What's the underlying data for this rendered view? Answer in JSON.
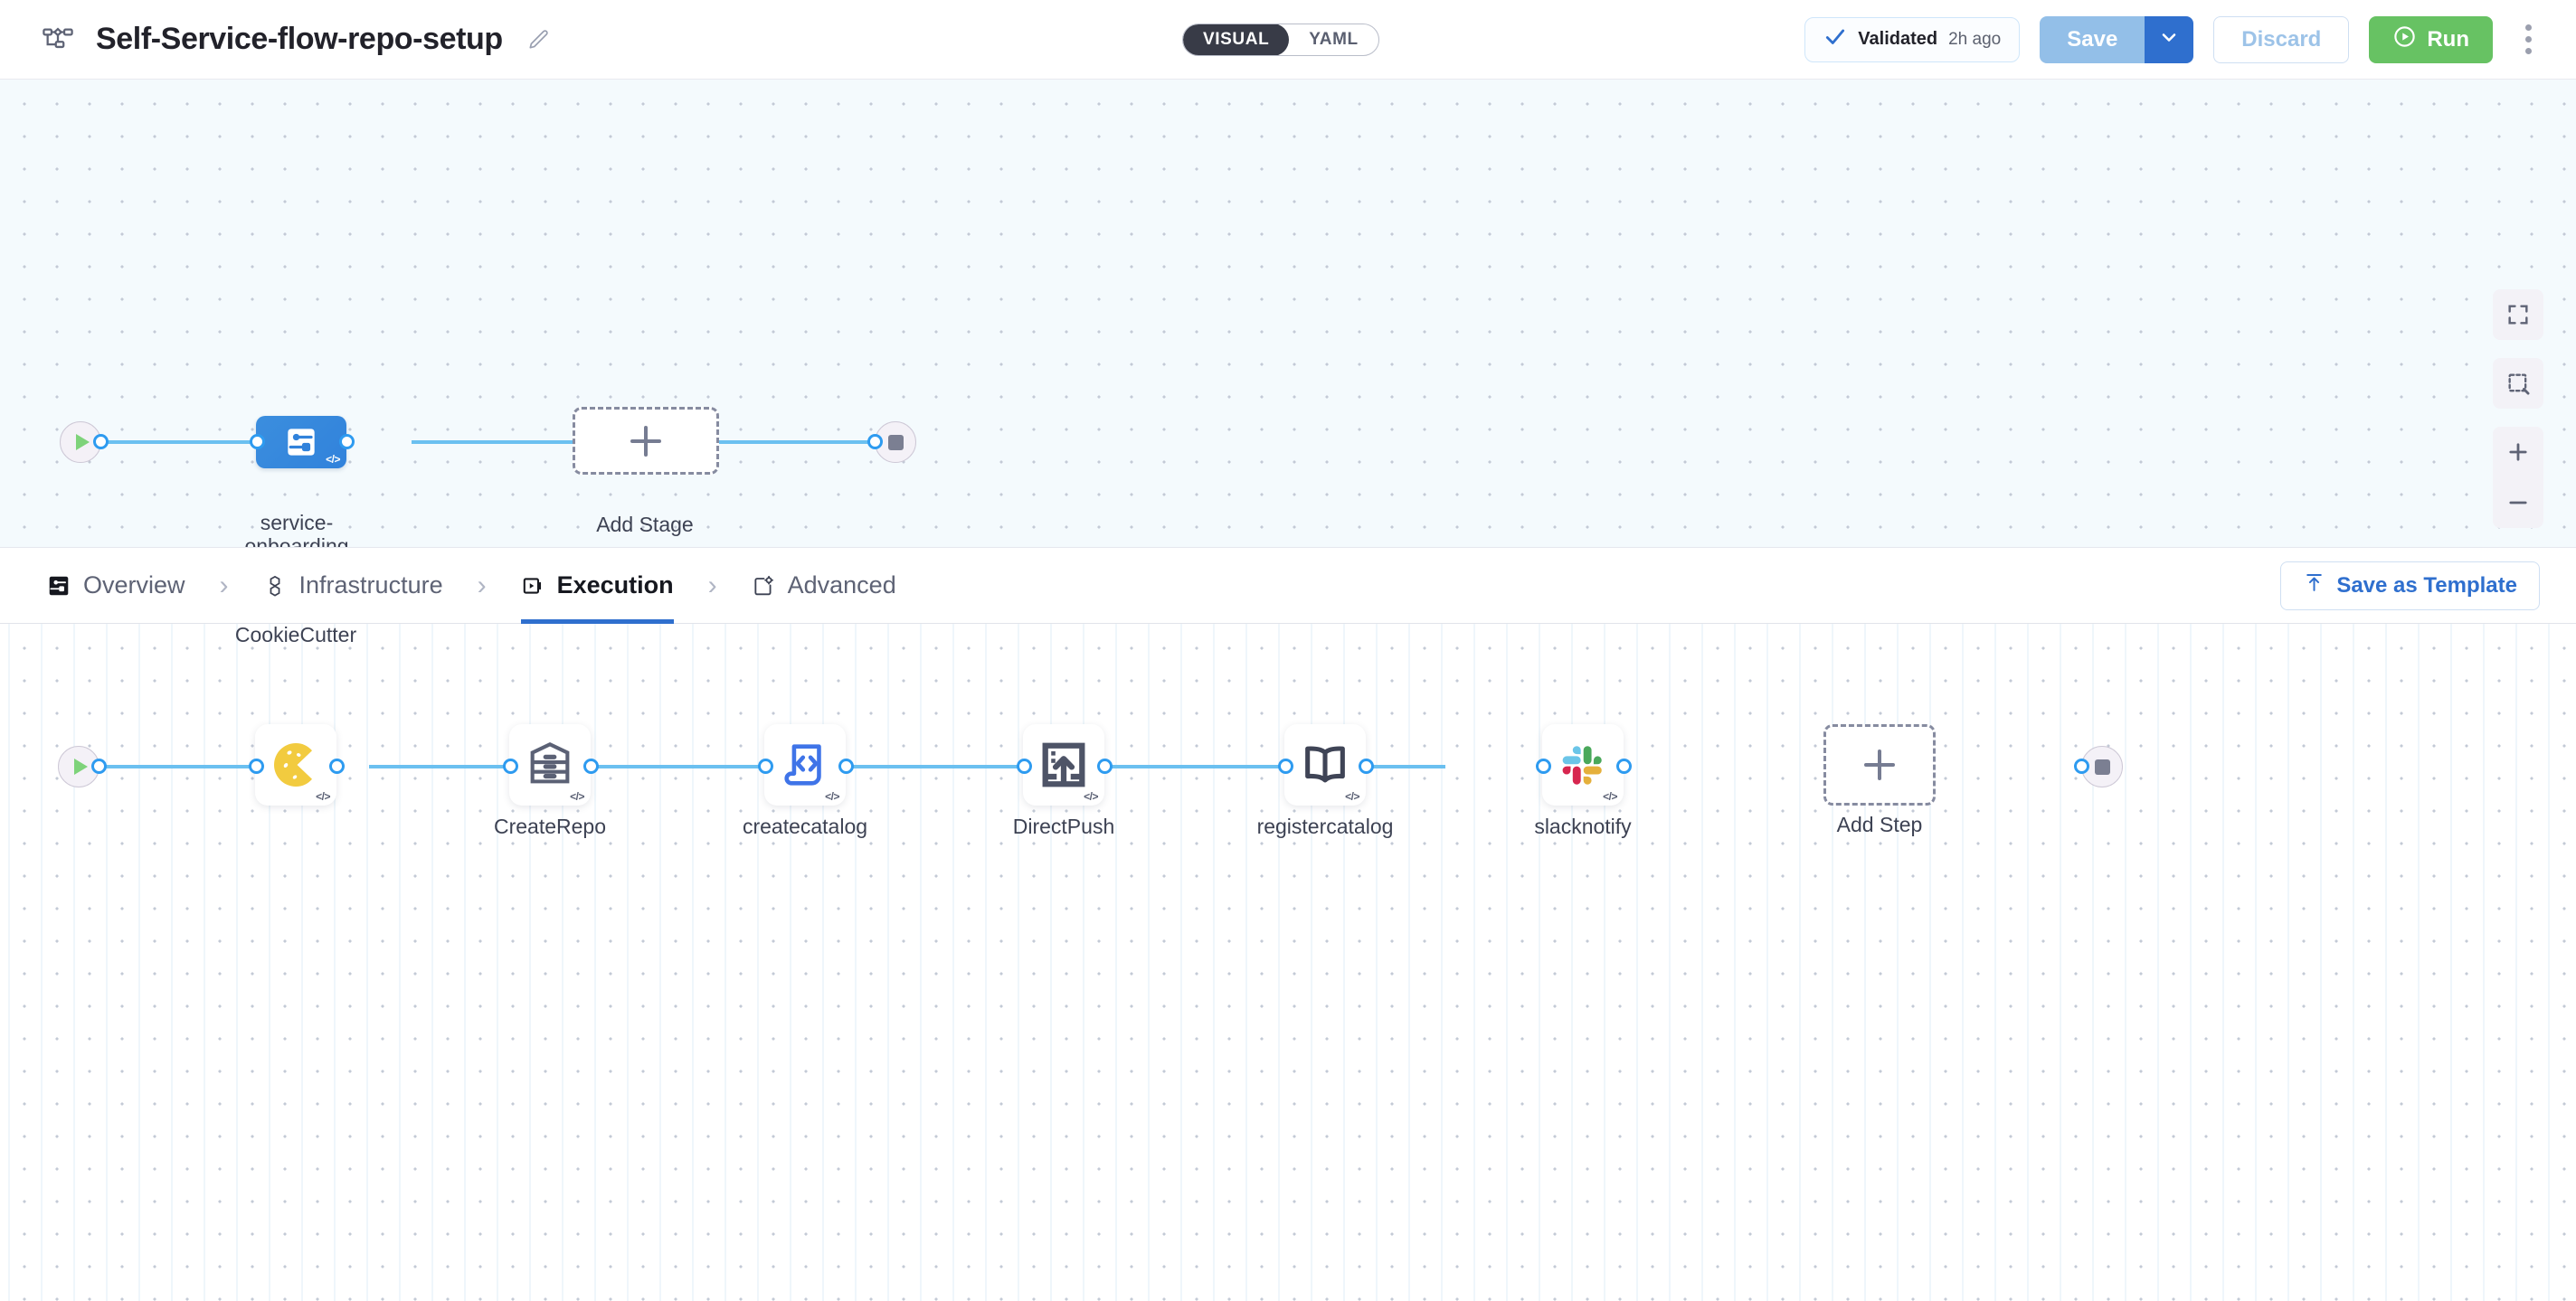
{
  "header": {
    "pipeline_icon": "pipeline-flow-icon",
    "title": "Self-Service-flow-repo-setup",
    "edit_icon": "pencil-edit-icon",
    "mode_toggle": {
      "visual": "VISUAL",
      "yaml": "YAML",
      "selected": "VISUAL"
    },
    "validated": {
      "icon": "check-icon",
      "label": "Validated",
      "time": "2h ago"
    },
    "save_label": "Save",
    "save_caret_icon": "chevron-down-icon",
    "discard_label": "Discard",
    "run_label": "Run",
    "run_icon": "play-circle-icon",
    "more_icon": "kebab-menu-icon",
    "colors": {
      "save_bg": "#93bfe8",
      "save_caret_bg": "#2f6fce",
      "run_bg": "#67c263",
      "accent_blue": "#2f6fce",
      "edge_blue": "#6bc0f0"
    }
  },
  "stage_canvas": {
    "start_node": "start-node",
    "end_node": "end-node",
    "stage": {
      "label_line1": "service-",
      "label_line2": "onboarding",
      "icon": "stage-deployment-icon",
      "code_badge": "</>"
    },
    "add_stage": {
      "label": "Add Stage",
      "icon": "plus-icon"
    },
    "controls": [
      {
        "name": "fit-to-screen-button",
        "icon": "expand-icon"
      },
      {
        "name": "selection-box-button",
        "icon": "marquee-select-icon"
      },
      {
        "name": "zoom-in-button",
        "icon": "plus-icon"
      },
      {
        "name": "zoom-out-button",
        "icon": "minus-icon"
      }
    ]
  },
  "tabs": {
    "items": [
      {
        "id": "overview",
        "label": "Overview",
        "icon": "overview-icon",
        "active": false
      },
      {
        "id": "infrastructure",
        "label": "Infrastructure",
        "icon": "infrastructure-icon",
        "active": false
      },
      {
        "id": "execution",
        "label": "Execution",
        "icon": "execution-icon",
        "active": true
      },
      {
        "id": "advanced",
        "label": "Advanced",
        "icon": "advanced-gear-icon",
        "active": false
      }
    ],
    "separator": "›",
    "save_as_template": {
      "label": "Save as Template",
      "icon": "upload-template-icon"
    }
  },
  "step_canvas": {
    "start_node": "start-node",
    "end_node": "end-node",
    "code_badge": "</>",
    "steps": [
      {
        "id": "cookiecutter",
        "label": "CookieCutter",
        "icon": "cookie-icon"
      },
      {
        "id": "createrepo",
        "label": "CreateRepo",
        "icon": "archive-drawers-icon"
      },
      {
        "id": "createcatalog",
        "label": "createcatalog",
        "icon": "code-script-icon"
      },
      {
        "id": "directpush",
        "label": "DirectPush",
        "icon": "push-upload-icon"
      },
      {
        "id": "registercatalog",
        "label": "registercatalog",
        "icon": "open-book-icon"
      },
      {
        "id": "slacknotify",
        "label": "slacknotify",
        "icon": "slack-logo-icon"
      }
    ],
    "add_step": {
      "label": "Add Step",
      "icon": "plus-icon"
    }
  }
}
